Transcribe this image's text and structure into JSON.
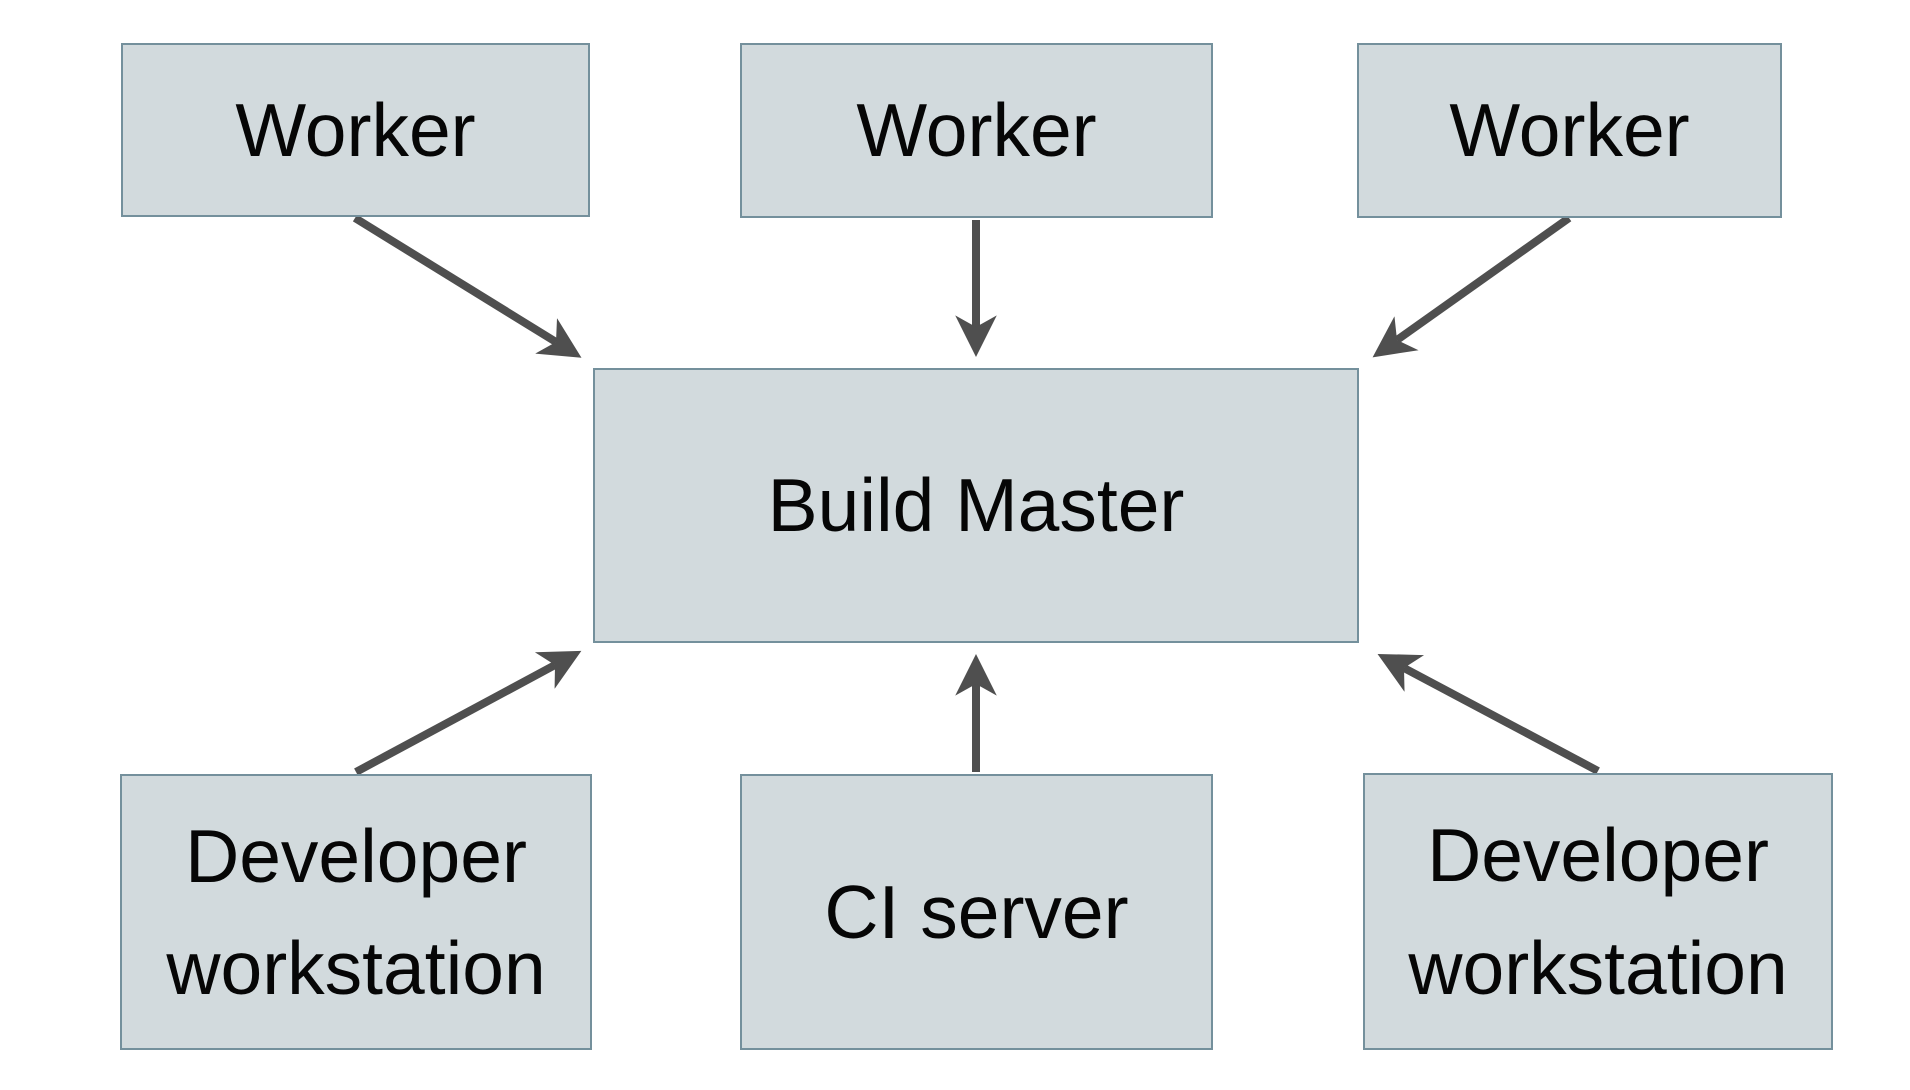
{
  "diagram": {
    "nodes": [
      {
        "id": "worker-1",
        "label": "Worker"
      },
      {
        "id": "worker-2",
        "label": "Worker"
      },
      {
        "id": "worker-3",
        "label": "Worker"
      },
      {
        "id": "build-master",
        "label": "Build Master"
      },
      {
        "id": "developer-workstation-left",
        "label": "Developer workstation"
      },
      {
        "id": "ci-server",
        "label": "CI server"
      },
      {
        "id": "developer-workstation-right",
        "label": "Developer workstation"
      }
    ],
    "edges": [
      {
        "from": "worker-1",
        "to": "build-master"
      },
      {
        "from": "worker-2",
        "to": "build-master"
      },
      {
        "from": "worker-3",
        "to": "build-master"
      },
      {
        "from": "developer-workstation-left",
        "to": "build-master"
      },
      {
        "from": "ci-server",
        "to": "build-master"
      },
      {
        "from": "developer-workstation-right",
        "to": "build-master"
      }
    ],
    "colors": {
      "node_fill": "#d2dadd",
      "node_border": "#74909c",
      "arrow": "#4f4f4f",
      "text": "#060606",
      "background": "#ffffff"
    }
  }
}
